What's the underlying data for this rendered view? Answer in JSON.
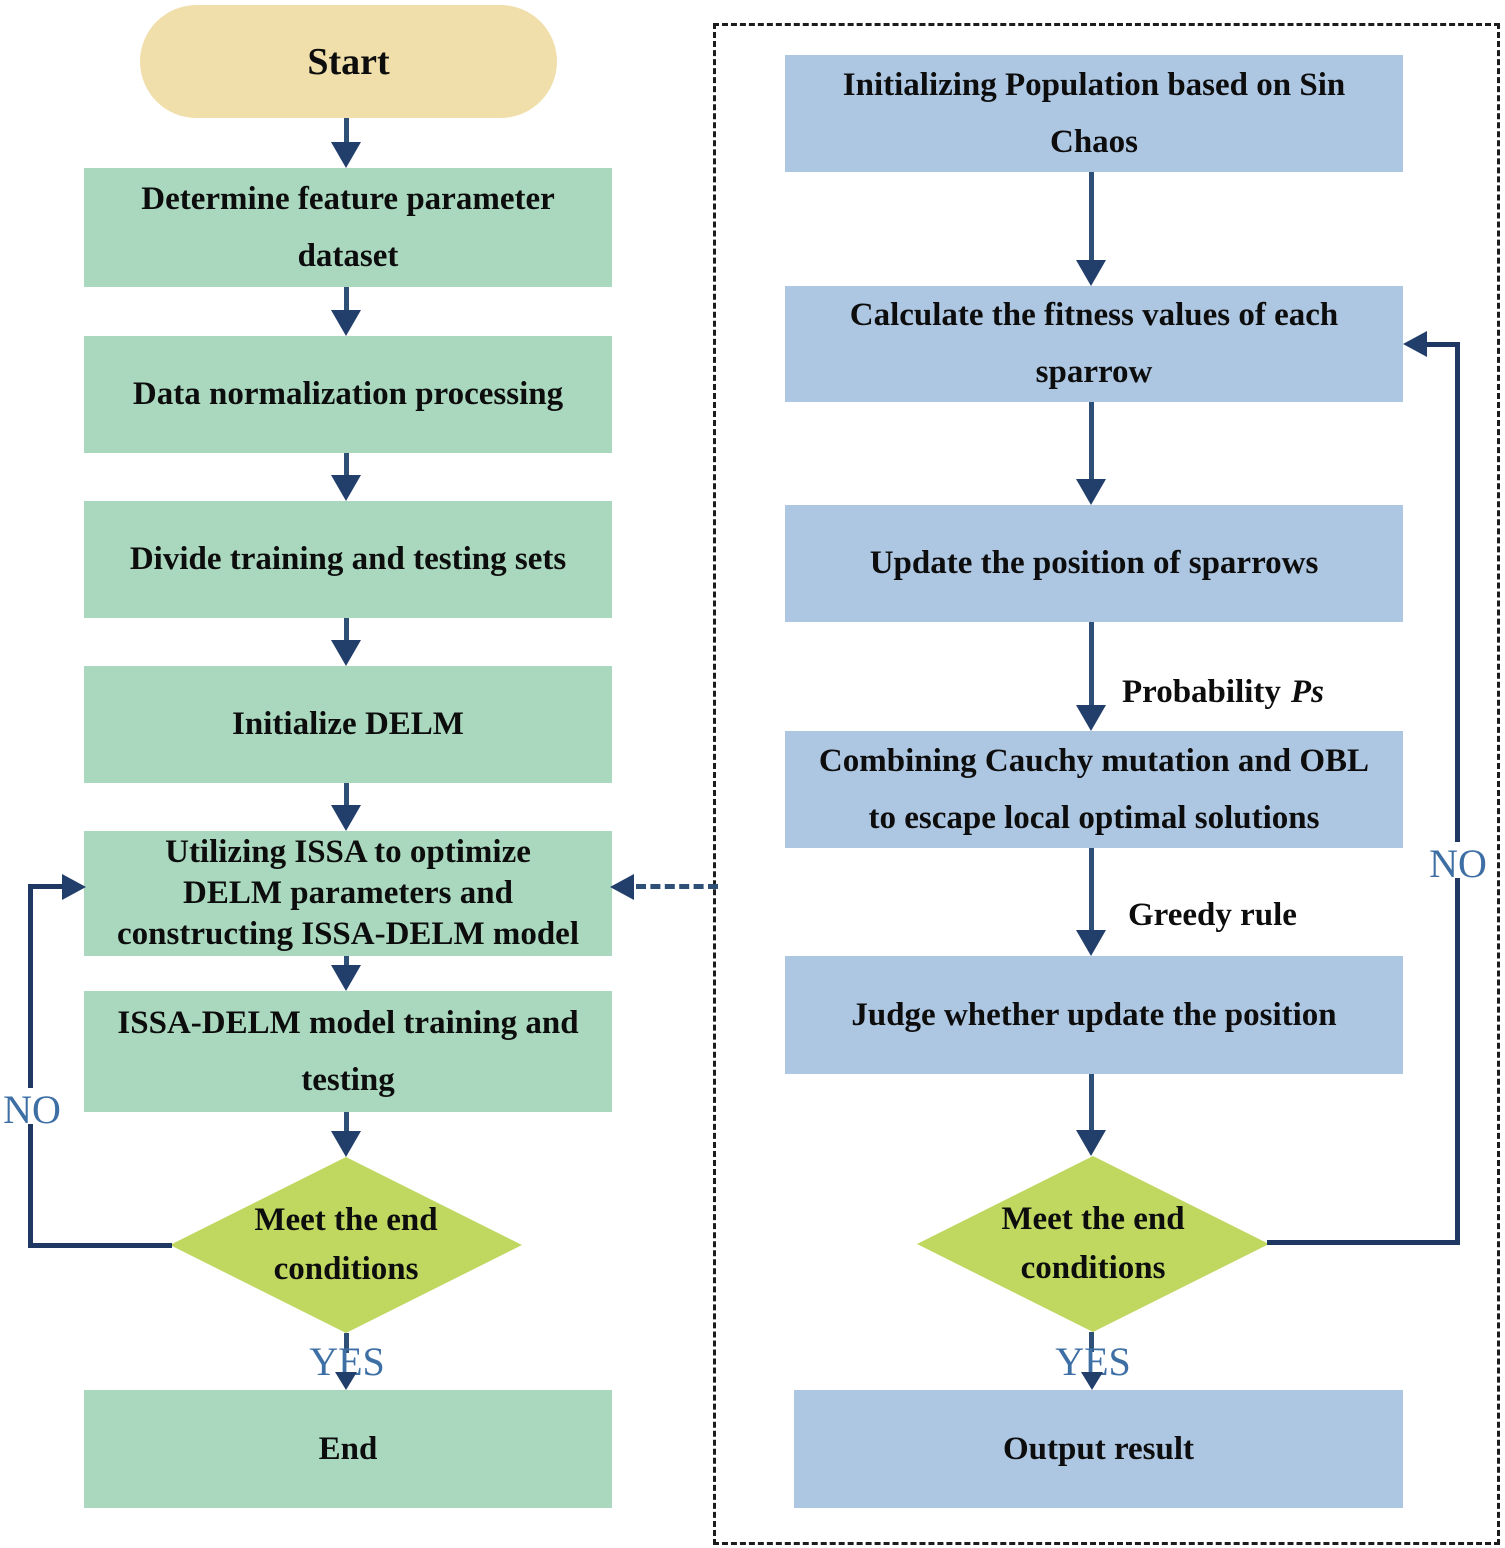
{
  "colors": {
    "green_box": "#a9d8bf",
    "blue_box": "#adc6e2",
    "diamond_fill": "#c0d860",
    "start_fill": "#f1dfab",
    "stem": "#2e5077",
    "head": "#223f6b",
    "loop": "#1e3763",
    "label_blue": "#3d6fa5",
    "dash_border": "#1c1c1c",
    "text_dark": "#0d0d0d"
  },
  "left": {
    "start": "Start",
    "steps": [
      [
        "Determine feature parameter",
        "dataset"
      ],
      "Data normalization processing",
      "Divide training and testing sets",
      "Initialize DELM",
      [
        "Utilizing ISSA to optimize",
        "DELM parameters and",
        "constructing ISSA-DELM model"
      ],
      [
        "ISSA-DELM model training and",
        "testing"
      ]
    ],
    "decision": [
      "Meet the end",
      "conditions"
    ],
    "yes": "YES",
    "no": "NO",
    "end": "End"
  },
  "right": {
    "steps": [
      [
        "Initializing Population based on Sin",
        "Chaos"
      ],
      [
        "Calculate the fitness values of each",
        "sparrow"
      ],
      "Update the position of sparrows",
      [
        "Combining Cauchy mutation and OBL",
        "to escape local optimal solutions"
      ],
      "Judge whether update the position"
    ],
    "decision": [
      "Meet the end",
      "conditions"
    ],
    "yes": "YES",
    "no": "NO",
    "output": "Output result",
    "edge_labels": {
      "probability": "Probability",
      "probability_var": "Ps",
      "greedy": "Greedy rule"
    }
  }
}
